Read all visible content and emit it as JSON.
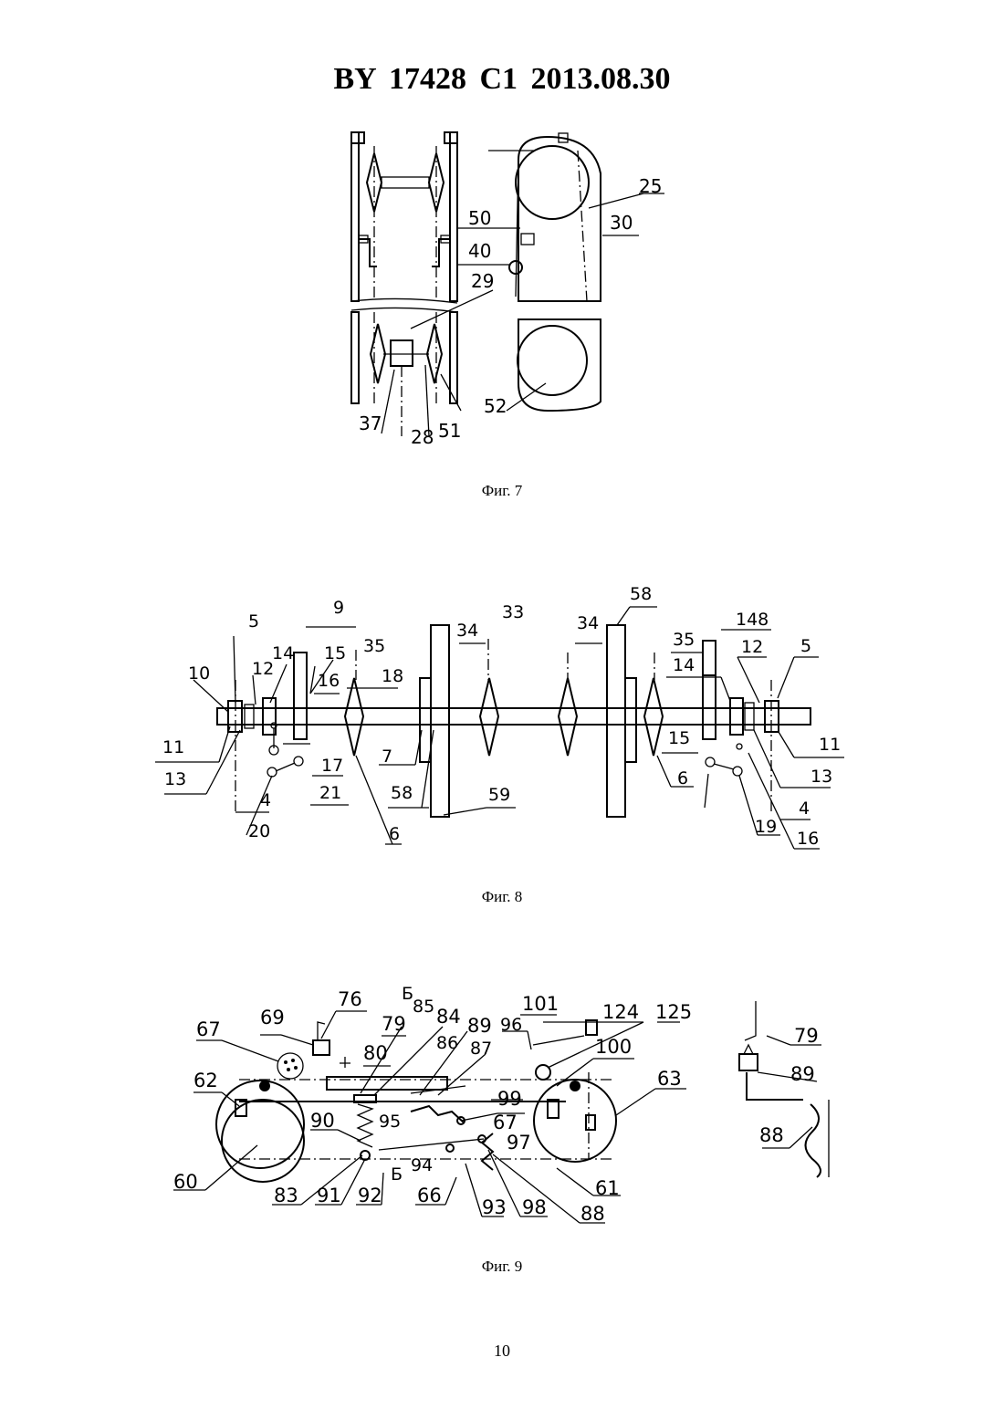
{
  "header": {
    "doc_id": "BY 17428 C1 2013.08.30"
  },
  "figures": [
    {
      "caption": "Фиг. 7",
      "labels": [
        "25",
        "30",
        "50",
        "40",
        "29",
        "52",
        "37",
        "28",
        "51"
      ]
    },
    {
      "caption": "Фиг. 8",
      "labels": [
        "9",
        "5",
        "14",
        "15",
        "35",
        "10",
        "12",
        "16",
        "18",
        "11",
        "13",
        "17",
        "21",
        "20",
        "4",
        "6",
        "7",
        "58",
        "59",
        "33",
        "34",
        "34",
        "58",
        "148",
        "35",
        "5",
        "14",
        "12",
        "15",
        "11",
        "13",
        "6",
        "4",
        "19",
        "16"
      ]
    },
    {
      "caption": "Фиг. 9",
      "labels": [
        "76",
        "Б",
        "85",
        "84",
        "89",
        "96",
        "101",
        "124",
        "125",
        "69",
        "79",
        "80",
        "86",
        "87",
        "100",
        "67",
        "62",
        "63",
        "99",
        "95",
        "67",
        "90",
        "97",
        "94",
        "Б",
        "60",
        "61",
        "83",
        "91",
        "92",
        "66",
        "93",
        "98",
        "88",
        "79",
        "89",
        "88"
      ]
    }
  ],
  "footer": {
    "page_number": "10"
  }
}
